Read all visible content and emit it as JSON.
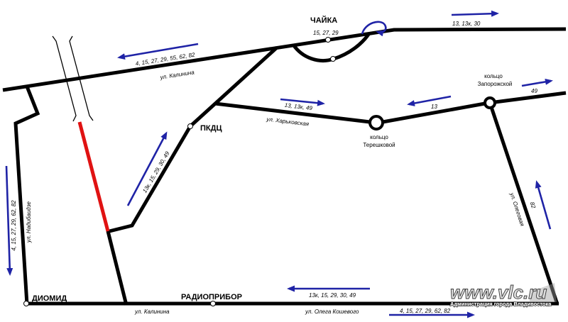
{
  "map": {
    "colors": {
      "background": "#ffffff",
      "road": "#000000",
      "route_arrow": "#1f23a6",
      "highlighted_section": "#e01212",
      "stop_fill": "#ffffff"
    },
    "stops": {
      "chaika": "ЧАЙКА",
      "pkdc": "ПКДЦ",
      "diomid": "ДИОМИД",
      "radiopribor": "РАДИОПРИБОР"
    },
    "rings": {
      "tereshkovoy": {
        "line1": "кольцо",
        "line2": "Терешковой"
      },
      "zaporozhskoy": {
        "line1": "кольцо",
        "line2": "Запорожской"
      }
    },
    "streets": {
      "kalinina_upper": "ул. Калинина",
      "kharkovskaya": "ул. Харьковская",
      "nadibaidze": "ул. Надибаидзе",
      "olegovaya": "ул. Олеговая",
      "kalinina_lower": "ул. Калинина",
      "olega_koshevogo": "ул. Олега Кошевого"
    },
    "routes": {
      "chaika_stop": "15, 27, 29",
      "top_right": "13, 13к, 30",
      "kalinina_upper": "4, 15, 27, 29, 55, 62, 82",
      "kharkovskaya": "13, 13к, 49",
      "tereshkovoy_zaporozhskoy": "13",
      "zaporozhskoy_east": "49",
      "pkdc": "13к, 15, 29, 30, 49",
      "nadibaidze": "4, 15, 27, 29, 62, 82",
      "olegovaya": "82",
      "koshevogo_upper": "13к, 15, 29, 30, 49",
      "koshevogo_lower": "4, 15, 27, 29, 62, 82"
    },
    "watermark": {
      "site": "www.vlc.ru",
      "owner": "Администрация города Владивостока"
    }
  }
}
